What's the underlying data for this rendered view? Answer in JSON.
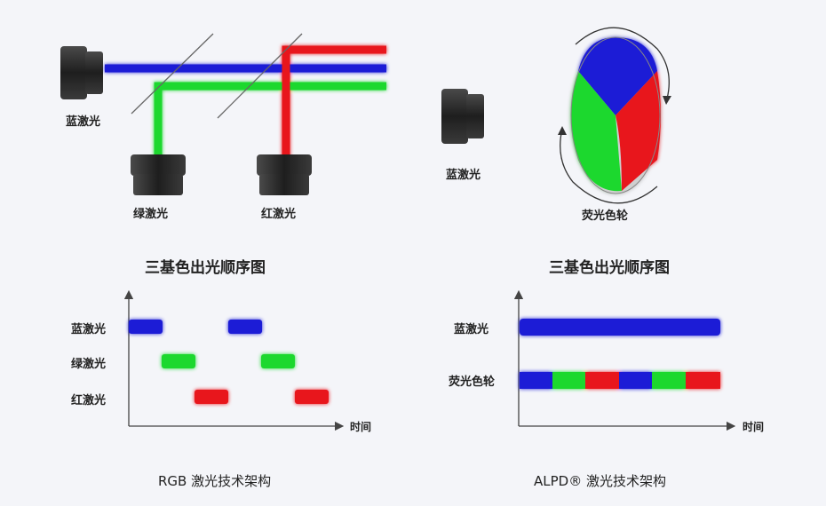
{
  "left": {
    "blue_label": "蓝激光",
    "green_label": "绿激光",
    "red_label": "红激光",
    "sequence_title": "三基色出光顺序图",
    "row_labels": [
      "蓝激光",
      "绿激光",
      "红激光"
    ],
    "time_label": "时间",
    "caption": "RGB 激光技术架构"
  },
  "right": {
    "blue_label": "蓝激光",
    "wheel_label": "荧光色轮",
    "sequence_title": "三基色出光顺序图",
    "row_labels": [
      "蓝激光",
      "荧光色轮"
    ],
    "time_label": "时间",
    "caption": "ALPD® 激光技术架构"
  },
  "colors": {
    "blue": "#1a1ad6",
    "green": "#1ed82e",
    "red": "#e8121c",
    "laser_body": "#2a2a2a",
    "axis": "#444444"
  },
  "icons": [
    "laser-emitter-icon",
    "dichroic-mirror-icon",
    "color-wheel-icon",
    "rotation-arrow-icon"
  ]
}
